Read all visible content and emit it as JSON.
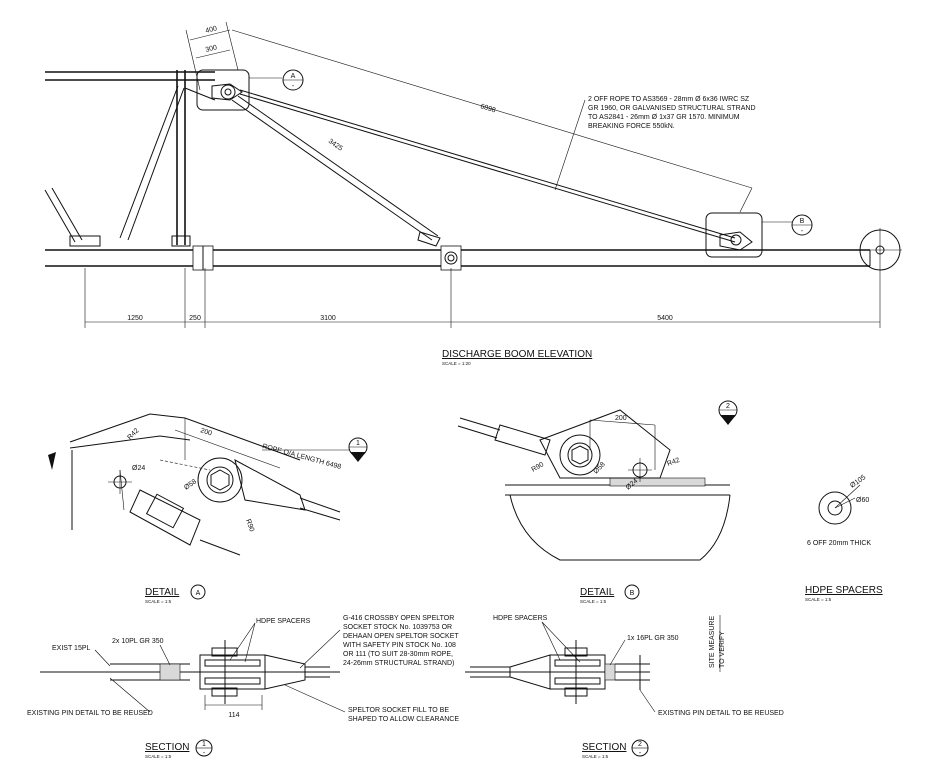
{
  "elevation": {
    "title": "DISCHARGE BOOM ELEVATION",
    "scale": "SCALE = 1:20",
    "dims": {
      "d400": "400",
      "d300": "300",
      "d6898": "6898",
      "d3425": "3425",
      "d1250": "1250",
      "d250": "250",
      "d3100": "3100",
      "d5400": "5400"
    },
    "callout_a": "A",
    "callout_b": "B",
    "callout_dash": "-",
    "rope_note": [
      "2 OFF ROPE TO AS3569 - 28mm Ø 6x36 IWRC SZ",
      "GR 1960, OR GALVANISED STRUCTURAL STRAND",
      "TO AS2841 - 26mm Ø 1x37 GR 1570. MINIMUM",
      "BREAKING FORCE 550kN."
    ]
  },
  "detail_a": {
    "title": "DETAIL",
    "tag": "A",
    "scale": "SCALE = 1:5",
    "dims": {
      "r42": "R42",
      "d200": "200",
      "d24": "Ø24",
      "d58": "Ø58",
      "r90": "R90"
    },
    "rope_label": "ROPE O/A LENGTH 6498",
    "section_tag": "1",
    "section_dash": "-"
  },
  "detail_b": {
    "title": "DETAIL",
    "tag": "B",
    "scale": "SCALE = 1:5",
    "dims": {
      "d200": "200",
      "r90": "R90",
      "d58": "Ø58",
      "r42": "R42",
      "d24": "Ø24"
    },
    "section_tag": "2",
    "section_dash": "-"
  },
  "spacers": {
    "title": "HDPE SPACERS",
    "scale": "SCALE = 1:5",
    "d105": "Ø105",
    "d60": "Ø60",
    "note": "6 OFF 20mm THICK"
  },
  "section1": {
    "title": "SECTION",
    "tag": "1",
    "dash": "-",
    "scale": "SCALE = 1:5",
    "exist_15pl": "EXIST 15PL",
    "pl_10": "2x 10PL GR 350",
    "hdpe": "HDPE SPACERS",
    "existing_pin": "EXISTING PIN DETAIL TO BE REUSED",
    "d114": "114",
    "socket_note": [
      "G-416 CROSSBY OPEN SPELTOR",
      "SOCKET STOCK No. 1039753 OR",
      "DEHAAN OPEN SPELTOR SOCKET",
      "WITH SAFETY PIN STOCK No. 108",
      "OR 111 (TO SUIT 28-30mm ROPE,",
      "24-26mm STRUCTURAL STRAND)"
    ],
    "fill_note": [
      "SPELTOR SOCKET FILL TO BE",
      "SHAPED TO ALLOW CLEARANCE"
    ]
  },
  "section2": {
    "title": "SECTION",
    "tag": "2",
    "dash": "-",
    "scale": "SCALE = 1:5",
    "hdpe": "HDPE SPACERS",
    "pl_16": "1x 16PL GR 350",
    "site_measure": [
      "SITE MEASURE",
      "TO VERIFY"
    ],
    "existing_pin": "EXISTING PIN DETAIL TO BE REUSED"
  }
}
